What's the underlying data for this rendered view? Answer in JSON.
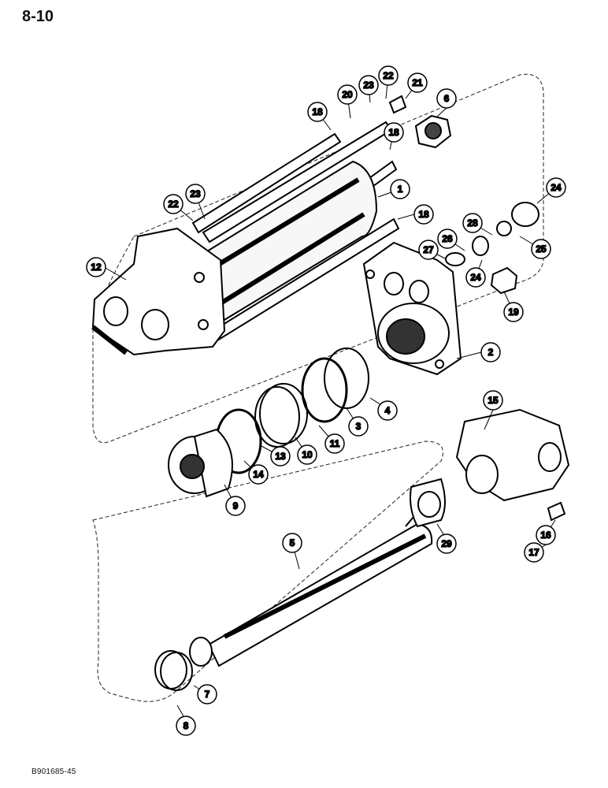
{
  "page": {
    "number": "8-10",
    "footer_code": "B901685-45"
  },
  "diagram": {
    "kind": "exploded parts view",
    "callouts": [
      "1",
      "2",
      "3",
      "4",
      "5",
      "6",
      "7",
      "8",
      "9",
      "10",
      "11",
      "12",
      "13",
      "14",
      "15",
      "16",
      "17",
      "18",
      "19",
      "20",
      "21",
      "22",
      "23",
      "24",
      "25",
      "26",
      "27",
      "28",
      "29",
      "18",
      "18",
      "22",
      "23",
      "24"
    ]
  }
}
